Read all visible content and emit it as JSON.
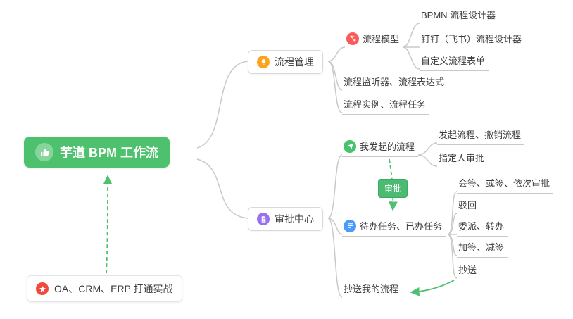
{
  "root": {
    "label": "芋道 BPM 工作流"
  },
  "branches": {
    "process_management": {
      "label": "流程管理",
      "children": {
        "process_model": {
          "label": "流程模型",
          "children": {
            "bpmn_designer": {
              "label": "BPMN 流程设计器"
            },
            "dingtalk_designer": {
              "label": "钉钉（飞书）流程设计器"
            },
            "custom_form": {
              "label": "自定义流程表单"
            }
          }
        },
        "listener_expression": {
          "label": "流程监听器、流程表达式"
        },
        "instance_task": {
          "label": "流程实例、流程任务"
        }
      }
    },
    "approval_center": {
      "label": "审批中心",
      "children": {
        "my_initiated": {
          "label": "我发起的流程",
          "children": {
            "initiate_cancel": {
              "label": "发起流程、撤销流程"
            },
            "assignee_approval": {
              "label": "指定人审批"
            }
          }
        },
        "todo_done": {
          "label": "待办任务、已办任务",
          "children": {
            "countersign": {
              "label": "会签、或签、依次审批"
            },
            "reject": {
              "label": "驳回"
            },
            "delegate_transfer": {
              "label": "委派、转办"
            },
            "add_reduce_sign": {
              "label": "加签、减签"
            },
            "cc": {
              "label": "抄送"
            }
          }
        },
        "cc_my_process": {
          "label": "抄送我的流程"
        }
      }
    }
  },
  "badge": {
    "label": "审批"
  },
  "note": {
    "label": "OA、CRM、ERP 打通实战"
  },
  "icons": {
    "root": "thumbs-up-icon",
    "process_management": "lightbulb-icon",
    "process_model": "flow-icon",
    "approval_center": "document-icon",
    "my_initiated": "paper-plane-icon",
    "todo_done": "checklist-icon",
    "note": "star-icon"
  },
  "colors": {
    "root_bg": "#4ec16e",
    "arrow_green": "#4ec16e",
    "connector_gray": "#c9c9c9",
    "icon_lightbulb": "#ffa21a",
    "icon_flow": "#fa5a5a",
    "icon_document": "#9a6ff0",
    "icon_paper_plane": "#48c26d",
    "icon_checklist": "#4a9bfa",
    "icon_star": "#f5483b",
    "badge_bg": "#4cbb72"
  }
}
